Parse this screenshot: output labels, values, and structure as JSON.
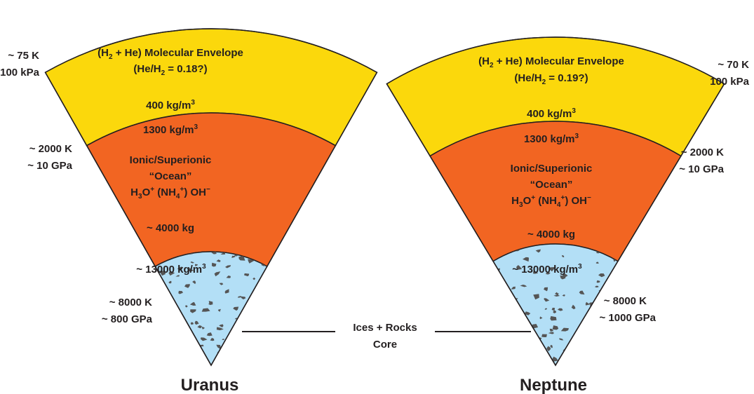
{
  "colors": {
    "envelope": "#fbd80c",
    "ocean": "#f26522",
    "core": "#b3dff6",
    "rock": "#555555",
    "ink": "#231f20"
  },
  "planets": [
    {
      "name": "Uranus",
      "envelope_line1": {
        "pre": "(H",
        "sub": "2",
        "post": " + He) Molecular Envelope"
      },
      "envelope_line2": {
        "pre": "(He/H",
        "sub": "2",
        "post": " = 0.18?)"
      },
      "envelope_density": {
        "text": "400 kg/m",
        "sup": "3"
      },
      "ocean_top_density": {
        "text": "1300 kg/m",
        "sup": "3"
      },
      "ocean_line1": "Ionic/Superionic",
      "ocean_line2": "“Ocean”",
      "ocean_formula": {
        "h": "H",
        "s1": "3",
        "o": "O",
        "p1": "+",
        "nh": " (NH",
        "s2": "4",
        "p2": "+",
        "oh": ") OH",
        "m": "−"
      },
      "ocean_bottom_density": "~ 4000 kg",
      "core_density": {
        "text": "~ 13000 kg/m",
        "sup": "3"
      },
      "top_temp": "~ 75 K",
      "top_pressure": "100 kPa",
      "mid_temp": "~ 2000 K",
      "mid_pressure": "~ 10 GPa",
      "core_temp": "~ 8000 K",
      "core_pressure": "~ 800 GPa"
    },
    {
      "name": "Neptune",
      "envelope_line1": {
        "pre": "(H",
        "sub": "2",
        "post": " + He) Molecular Envelope"
      },
      "envelope_line2": {
        "pre": "(He/H",
        "sub": "2",
        "post": " = 0.19?)"
      },
      "envelope_density": {
        "text": "400 kg/m",
        "sup": "3"
      },
      "ocean_top_density": {
        "text": "1300 kg/m",
        "sup": "3"
      },
      "ocean_line1": "Ionic/Superionic",
      "ocean_line2": "“Ocean”",
      "ocean_formula": {
        "h": "H",
        "s1": "3",
        "o": "O",
        "p1": "+",
        "nh": " (NH",
        "s2": "4",
        "p2": "+",
        "oh": ") OH",
        "m": "−"
      },
      "ocean_bottom_density": "~ 4000 kg",
      "core_density": {
        "text": "~ 13000 kg/m",
        "sup": "3"
      },
      "top_temp": "~ 70 K",
      "top_pressure": "100 kPa",
      "mid_temp": "~ 2000 K",
      "mid_pressure": "~ 10 GPa",
      "core_temp": "~ 8000 K",
      "core_pressure": "~ 1000 GPa"
    }
  ],
  "core_callout": {
    "line1": "Ices + Rocks",
    "line2": "Core"
  }
}
